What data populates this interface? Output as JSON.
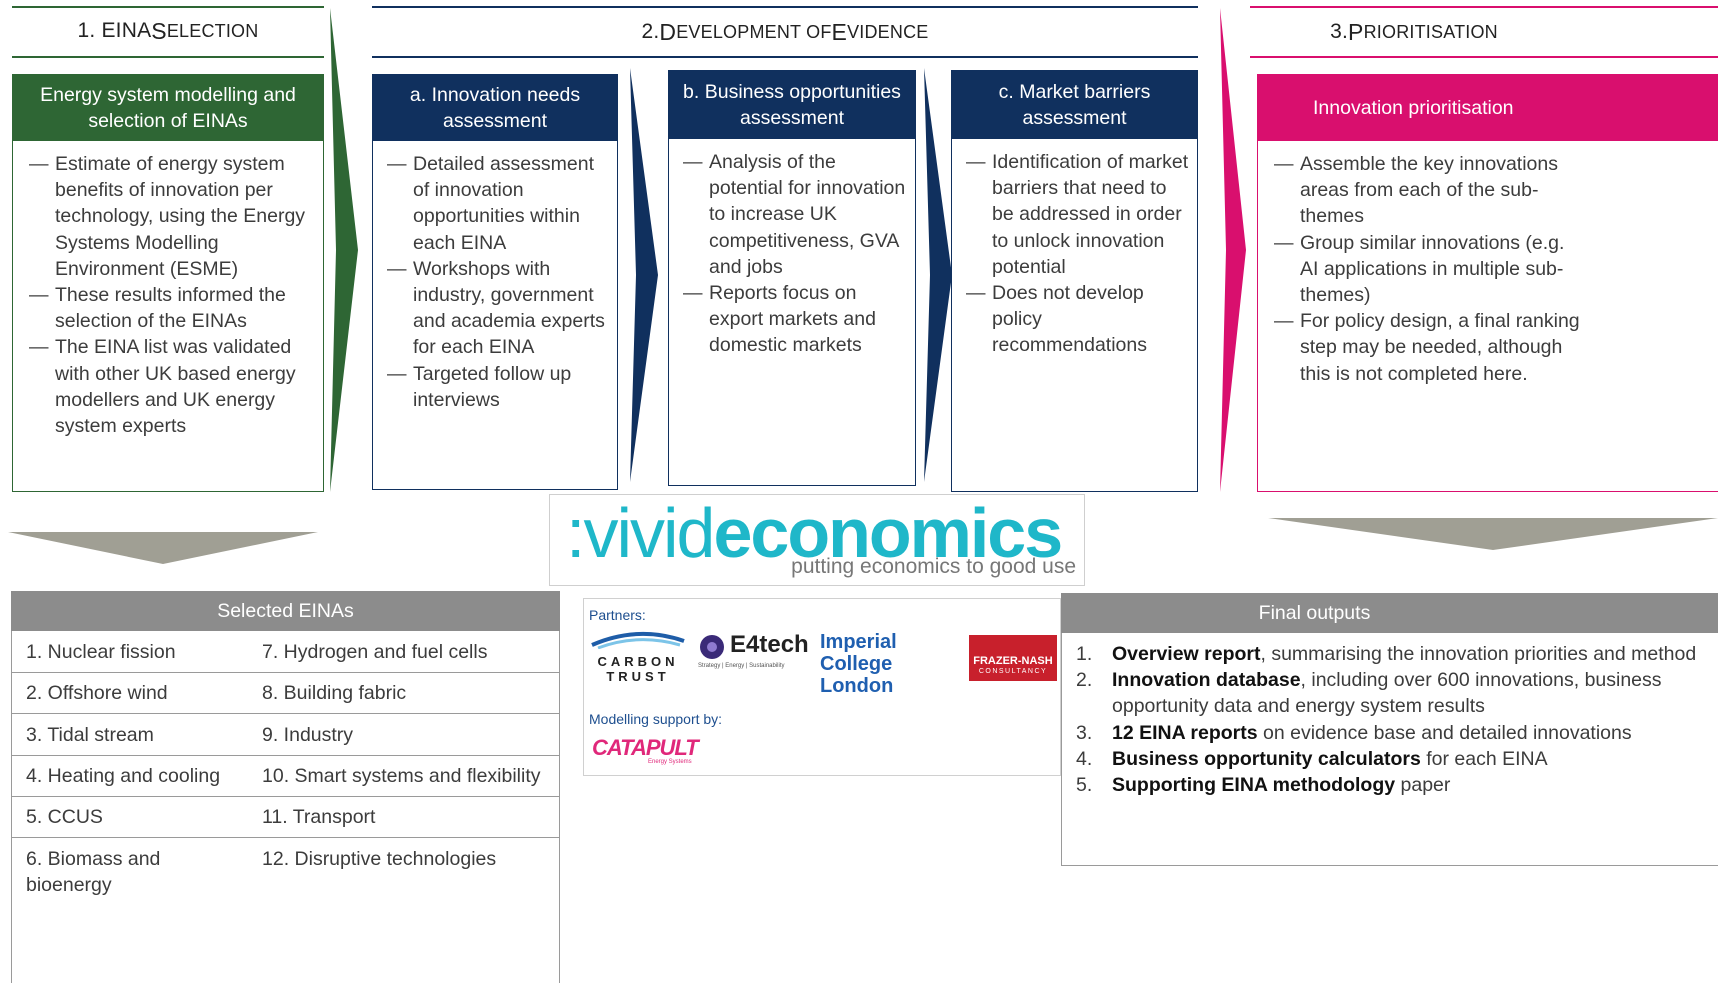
{
  "stages": {
    "s1": {
      "num": "1. EINA ",
      "big": "S",
      "rest": "ELECTION"
    },
    "s2": {
      "num": "2. ",
      "big1": "D",
      "rest1": "EVELOPMENT OF ",
      "big2": "E",
      "rest2": "VIDENCE"
    },
    "s3": {
      "num": "3. ",
      "big": "P",
      "rest": "RIORITISATION"
    }
  },
  "boxes": {
    "esme": {
      "title": "Energy system modelling and selection of EINAs",
      "items": [
        "Estimate of energy system benefits of innovation per technology, using the Energy Systems Modelling Environment (ESME)",
        "These results informed the selection of the EINAs",
        "The EINA list was validated with other UK based energy modellers and UK energy system experts"
      ]
    },
    "needs": {
      "title": "a. Innovation needs assessment",
      "items": [
        "Detailed assessment of innovation opportunities within each EINA",
        "Workshops with industry, government and academia experts for each EINA",
        "Targeted follow up interviews"
      ]
    },
    "business": {
      "title": "b. Business opportunities assessment",
      "items": [
        "Analysis of the potential for innovation to increase UK competitiveness, GVA and jobs",
        "Reports focus on export markets and domestic markets"
      ]
    },
    "barriers": {
      "title": "c. Market barriers assessment",
      "items": [
        "Identification of market barriers that need to be addressed in order to unlock innovation potential",
        "Does not develop policy recommendations"
      ]
    },
    "prioritisation": {
      "title": "Innovation prioritisation",
      "items": [
        "Assemble the key innovations areas from each of the sub-themes",
        "Group similar innovations (e.g. AI applications in multiple sub-themes)",
        "For policy design, a final ranking step may be needed, although this is not completed here."
      ]
    }
  },
  "selected_einas": {
    "title": "Selected EINAs",
    "rows": [
      [
        "1. Nuclear fission",
        "7. Hydrogen and fuel cells"
      ],
      [
        "2. Offshore wind",
        "8. Building fabric"
      ],
      [
        "3. Tidal stream",
        "9. Industry"
      ],
      [
        "4. Heating and cooling",
        "10. Smart systems and flexibility"
      ],
      [
        "5. CCUS",
        "11. Transport"
      ],
      [
        "6. Biomass and bioenergy",
        "12. Disruptive technologies"
      ]
    ]
  },
  "final_outputs": {
    "title": "Final outputs",
    "items": [
      {
        "n": "1.",
        "bold": "Overview report",
        "rest": ", summarising the innovation priorities and method"
      },
      {
        "n": "2.",
        "bold": "Innovation database",
        "rest": ", including over 600 innovations, business opportunity data and energy system results"
      },
      {
        "n": "3.",
        "bold": "12 EINA reports",
        "rest": " on evidence base and detailed innovations"
      },
      {
        "n": "4.",
        "bold": "Business opportunity calculators",
        "rest": " for each EINA"
      },
      {
        "n": "5.",
        "bold": "Supporting EINA methodology",
        "rest": " paper"
      }
    ]
  },
  "logo": {
    "prefix": ":vivid",
    "brand": "economics",
    "tagline": "putting economics to good use"
  },
  "partners": {
    "label": "Partners:",
    "carbon_trust": [
      "CARBON",
      "TRUST"
    ],
    "e4tech": "E4tech",
    "e4tech_sub": "Strategy | Energy | Sustainability",
    "imperial": [
      "Imperial College",
      "London"
    ],
    "frazer": [
      "FRAZER-NASH",
      "CONSULTANCY"
    ],
    "modelling_label": "Modelling support by:",
    "catapult": "CATAPULT",
    "catapult_sub": "Energy Systems"
  },
  "colors": {
    "green": "#2e6634",
    "navy": "#10305e",
    "magenta": "#d90f6e",
    "grey": "#8c8c8c",
    "teal": "#1fb7c9"
  }
}
